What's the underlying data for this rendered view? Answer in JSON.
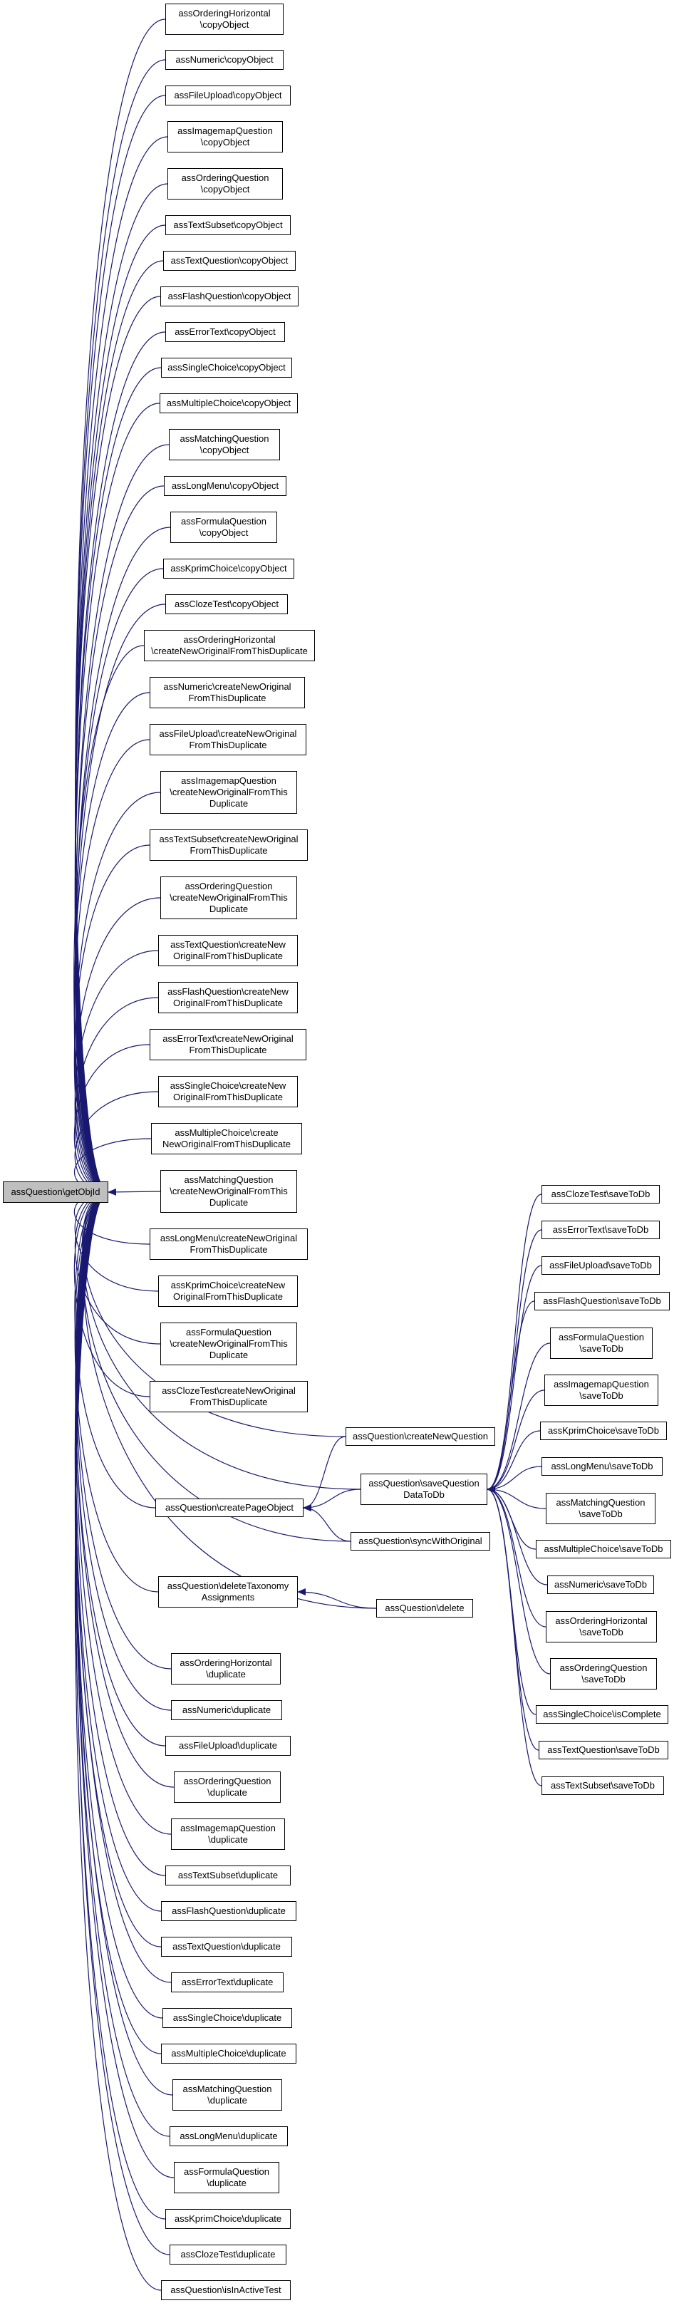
{
  "root": {
    "lines": [
      "assQuestion\\getObjId"
    ]
  },
  "callers": [
    {
      "id": "c1",
      "lines": [
        "assOrderingHorizontal",
        "\\copyObject"
      ]
    },
    {
      "id": "c2",
      "lines": [
        "assNumeric\\copyObject"
      ]
    },
    {
      "id": "c3",
      "lines": [
        "assFileUpload\\copyObject"
      ]
    },
    {
      "id": "c4",
      "lines": [
        "assImagemapQuestion",
        "\\copyObject"
      ]
    },
    {
      "id": "c5",
      "lines": [
        "assOrderingQuestion",
        "\\copyObject"
      ]
    },
    {
      "id": "c6",
      "lines": [
        "assTextSubset\\copyObject"
      ]
    },
    {
      "id": "c7",
      "lines": [
        "assTextQuestion\\copyObject"
      ]
    },
    {
      "id": "c8",
      "lines": [
        "assFlashQuestion\\copyObject"
      ]
    },
    {
      "id": "c9",
      "lines": [
        "assErrorText\\copyObject"
      ]
    },
    {
      "id": "c10",
      "lines": [
        "assSingleChoice\\copyObject"
      ]
    },
    {
      "id": "c11",
      "lines": [
        "assMultipleChoice\\copyObject"
      ]
    },
    {
      "id": "c12",
      "lines": [
        "assMatchingQuestion",
        "\\copyObject"
      ]
    },
    {
      "id": "c13",
      "lines": [
        "assLongMenu\\copyObject"
      ]
    },
    {
      "id": "c14",
      "lines": [
        "assFormulaQuestion",
        "\\copyObject"
      ]
    },
    {
      "id": "c15",
      "lines": [
        "assKprimChoice\\copyObject"
      ]
    },
    {
      "id": "c16",
      "lines": [
        "assClozeTest\\copyObject"
      ]
    },
    {
      "id": "c17",
      "lines": [
        "assOrderingHorizontal",
        "\\createNewOriginalFromThisDuplicate"
      ]
    },
    {
      "id": "c18",
      "lines": [
        "assNumeric\\createNewOriginal",
        "FromThisDuplicate"
      ]
    },
    {
      "id": "c19",
      "lines": [
        "assFileUpload\\createNewOriginal",
        "FromThisDuplicate"
      ]
    },
    {
      "id": "c20",
      "lines": [
        "assImagemapQuestion",
        "\\createNewOriginalFromThis",
        "Duplicate"
      ]
    },
    {
      "id": "c21",
      "lines": [
        "assTextSubset\\createNewOriginal",
        "FromThisDuplicate"
      ]
    },
    {
      "id": "c22",
      "lines": [
        "assOrderingQuestion",
        "\\createNewOriginalFromThis",
        "Duplicate"
      ]
    },
    {
      "id": "c23",
      "lines": [
        "assTextQuestion\\createNew",
        "OriginalFromThisDuplicate"
      ]
    },
    {
      "id": "c24",
      "lines": [
        "assFlashQuestion\\createNew",
        "OriginalFromThisDuplicate"
      ]
    },
    {
      "id": "c25",
      "lines": [
        "assErrorText\\createNewOriginal",
        "FromThisDuplicate"
      ]
    },
    {
      "id": "c26",
      "lines": [
        "assSingleChoice\\createNew",
        "OriginalFromThisDuplicate"
      ]
    },
    {
      "id": "c27",
      "lines": [
        "assMultipleChoice\\create",
        "NewOriginalFromThisDuplicate"
      ]
    },
    {
      "id": "c28",
      "lines": [
        "assMatchingQuestion",
        "\\createNewOriginalFromThis",
        "Duplicate"
      ]
    },
    {
      "id": "c29",
      "lines": [
        "assLongMenu\\createNewOriginal",
        "FromThisDuplicate"
      ]
    },
    {
      "id": "c30",
      "lines": [
        "assKprimChoice\\createNew",
        "OriginalFromThisDuplicate"
      ]
    },
    {
      "id": "c31",
      "lines": [
        "assFormulaQuestion",
        "\\createNewOriginalFromThis",
        "Duplicate"
      ]
    },
    {
      "id": "c32",
      "lines": [
        "assClozeTest\\createNewOriginal",
        "FromThisDuplicate"
      ]
    },
    {
      "id": "n_cnq",
      "lines": [
        "assQuestion\\createNewQuestion"
      ]
    },
    {
      "id": "n_cpo",
      "lines": [
        "assQuestion\\createPageObject"
      ]
    },
    {
      "id": "n_sqd",
      "lines": [
        "assQuestion\\saveQuestion",
        "DataToDb"
      ]
    },
    {
      "id": "n_swo",
      "lines": [
        "assQuestion\\syncWithOriginal"
      ]
    },
    {
      "id": "n_dta",
      "lines": [
        "assQuestion\\deleteTaxonomy",
        "Assignments"
      ]
    },
    {
      "id": "n_del",
      "lines": [
        "assQuestion\\delete"
      ]
    },
    {
      "id": "s1",
      "lines": [
        "assClozeTest\\saveToDb"
      ]
    },
    {
      "id": "s2",
      "lines": [
        "assErrorText\\saveToDb"
      ]
    },
    {
      "id": "s3",
      "lines": [
        "assFileUpload\\saveToDb"
      ]
    },
    {
      "id": "s4",
      "lines": [
        "assFlashQuestion\\saveToDb"
      ]
    },
    {
      "id": "s5",
      "lines": [
        "assFormulaQuestion",
        "\\saveToDb"
      ]
    },
    {
      "id": "s6",
      "lines": [
        "assImagemapQuestion",
        "\\saveToDb"
      ]
    },
    {
      "id": "s7",
      "lines": [
        "assKprimChoice\\saveToDb"
      ]
    },
    {
      "id": "s8",
      "lines": [
        "assLongMenu\\saveToDb"
      ]
    },
    {
      "id": "s9",
      "lines": [
        "assMatchingQuestion",
        "\\saveToDb"
      ]
    },
    {
      "id": "s10",
      "lines": [
        "assMultipleChoice\\saveToDb"
      ]
    },
    {
      "id": "s11",
      "lines": [
        "assNumeric\\saveToDb"
      ]
    },
    {
      "id": "s12",
      "lines": [
        "assOrderingHorizontal",
        "\\saveToDb"
      ]
    },
    {
      "id": "s13",
      "lines": [
        "assOrderingQuestion",
        "\\saveToDb"
      ]
    },
    {
      "id": "s14",
      "lines": [
        "assSingleChoice\\isComplete"
      ]
    },
    {
      "id": "s15",
      "lines": [
        "assTextQuestion\\saveToDb"
      ]
    },
    {
      "id": "s16",
      "lines": [
        "assTextSubset\\saveToDb"
      ]
    },
    {
      "id": "d1",
      "lines": [
        "assOrderingHorizontal",
        "\\duplicate"
      ]
    },
    {
      "id": "d2",
      "lines": [
        "assNumeric\\duplicate"
      ]
    },
    {
      "id": "d3",
      "lines": [
        "assFileUpload\\duplicate"
      ]
    },
    {
      "id": "d4",
      "lines": [
        "assOrderingQuestion",
        "\\duplicate"
      ]
    },
    {
      "id": "d5",
      "lines": [
        "assImagemapQuestion",
        "\\duplicate"
      ]
    },
    {
      "id": "d6",
      "lines": [
        "assTextSubset\\duplicate"
      ]
    },
    {
      "id": "d7",
      "lines": [
        "assFlashQuestion\\duplicate"
      ]
    },
    {
      "id": "d8",
      "lines": [
        "assTextQuestion\\duplicate"
      ]
    },
    {
      "id": "d9",
      "lines": [
        "assErrorText\\duplicate"
      ]
    },
    {
      "id": "d10",
      "lines": [
        "assSingleChoice\\duplicate"
      ]
    },
    {
      "id": "d11",
      "lines": [
        "assMultipleChoice\\duplicate"
      ]
    },
    {
      "id": "d12",
      "lines": [
        "assMatchingQuestion",
        "\\duplicate"
      ]
    },
    {
      "id": "d13",
      "lines": [
        "assLongMenu\\duplicate"
      ]
    },
    {
      "id": "d14",
      "lines": [
        "assFormulaQuestion",
        "\\duplicate"
      ]
    },
    {
      "id": "d15",
      "lines": [
        "assKprimChoice\\duplicate"
      ]
    },
    {
      "id": "d16",
      "lines": [
        "assClozeTest\\duplicate"
      ]
    },
    {
      "id": "d17",
      "lines": [
        "assQuestion\\isInActiveTest"
      ]
    }
  ],
  "edges": [
    [
      "c1",
      "root"
    ],
    [
      "c2",
      "root"
    ],
    [
      "c3",
      "root"
    ],
    [
      "c4",
      "root"
    ],
    [
      "c5",
      "root"
    ],
    [
      "c6",
      "root"
    ],
    [
      "c7",
      "root"
    ],
    [
      "c8",
      "root"
    ],
    [
      "c9",
      "root"
    ],
    [
      "c10",
      "root"
    ],
    [
      "c11",
      "root"
    ],
    [
      "c12",
      "root"
    ],
    [
      "c13",
      "root"
    ],
    [
      "c14",
      "root"
    ],
    [
      "c15",
      "root"
    ],
    [
      "c16",
      "root"
    ],
    [
      "c17",
      "root"
    ],
    [
      "c18",
      "root"
    ],
    [
      "c19",
      "root"
    ],
    [
      "c20",
      "root"
    ],
    [
      "c21",
      "root"
    ],
    [
      "c22",
      "root"
    ],
    [
      "c23",
      "root"
    ],
    [
      "c24",
      "root"
    ],
    [
      "c25",
      "root"
    ],
    [
      "c26",
      "root"
    ],
    [
      "c27",
      "root"
    ],
    [
      "c28",
      "root"
    ],
    [
      "c29",
      "root"
    ],
    [
      "c30",
      "root"
    ],
    [
      "c31",
      "root"
    ],
    [
      "c32",
      "root"
    ],
    [
      "n_cnq",
      "root"
    ],
    [
      "n_cpo",
      "root"
    ],
    [
      "n_sqd",
      "root"
    ],
    [
      "n_swo",
      "root"
    ],
    [
      "n_dta",
      "root"
    ],
    [
      "n_del",
      "root"
    ],
    [
      "d1",
      "root"
    ],
    [
      "d2",
      "root"
    ],
    [
      "d3",
      "root"
    ],
    [
      "d4",
      "root"
    ],
    [
      "d5",
      "root"
    ],
    [
      "d6",
      "root"
    ],
    [
      "d7",
      "root"
    ],
    [
      "d8",
      "root"
    ],
    [
      "d9",
      "root"
    ],
    [
      "d10",
      "root"
    ],
    [
      "d11",
      "root"
    ],
    [
      "d12",
      "root"
    ],
    [
      "d13",
      "root"
    ],
    [
      "d14",
      "root"
    ],
    [
      "d15",
      "root"
    ],
    [
      "d16",
      "root"
    ],
    [
      "d17",
      "root"
    ],
    [
      "n_cnq",
      "n_cpo"
    ],
    [
      "n_sqd",
      "n_cpo"
    ],
    [
      "n_swo",
      "n_cpo"
    ],
    [
      "n_del",
      "n_dta"
    ],
    [
      "s1",
      "n_sqd"
    ],
    [
      "s2",
      "n_sqd"
    ],
    [
      "s3",
      "n_sqd"
    ],
    [
      "s4",
      "n_sqd"
    ],
    [
      "s5",
      "n_sqd"
    ],
    [
      "s6",
      "n_sqd"
    ],
    [
      "s7",
      "n_sqd"
    ],
    [
      "s8",
      "n_sqd"
    ],
    [
      "s9",
      "n_sqd"
    ],
    [
      "s10",
      "n_sqd"
    ],
    [
      "s11",
      "n_sqd"
    ],
    [
      "s12",
      "n_sqd"
    ],
    [
      "s13",
      "n_sqd"
    ],
    [
      "s14",
      "n_sqd"
    ],
    [
      "s15",
      "n_sqd"
    ],
    [
      "s16",
      "n_sqd"
    ]
  ],
  "colors": {
    "edge": "#191970",
    "node_border": "#000000",
    "root_fill": "#bfbfbf",
    "node_fill": "#ffffff"
  }
}
